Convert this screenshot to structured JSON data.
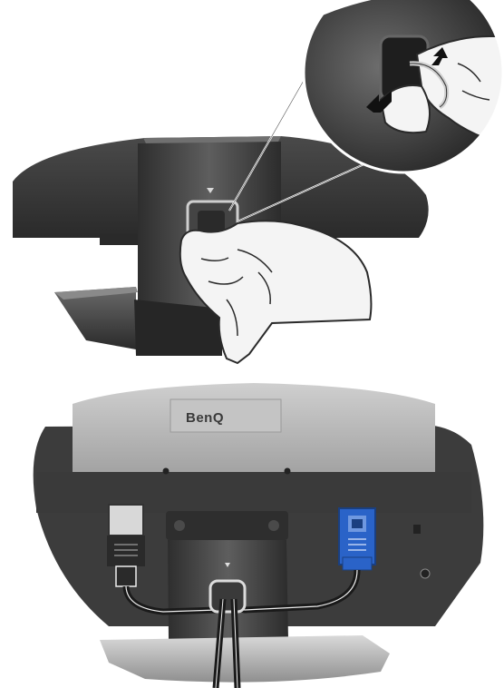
{
  "figure": {
    "top_panel": {
      "subject": "monitor-stand-cable-clip",
      "zoom_callout": true
    },
    "bottom_panel": {
      "brand_logo_text": "BenQ",
      "connectors": [
        "dvi-connector",
        "vga-connector"
      ]
    }
  },
  "colors": {
    "bezel_dark": "#3b3b3b",
    "bezel_mid": "#5c5c5c",
    "panel_grey": "#b8b8b8",
    "vga_blue": "#2a63c8",
    "skin": "#f2f2f2"
  }
}
